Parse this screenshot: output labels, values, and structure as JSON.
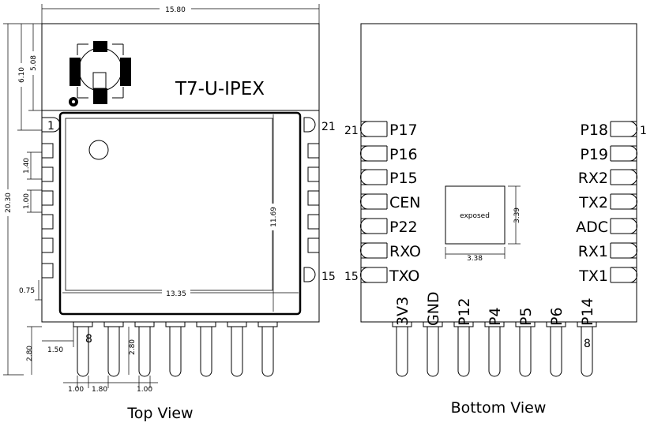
{
  "top_view": {
    "module_label": "T7-U-IPEX",
    "caption": "Top View",
    "pin_first_left": "1",
    "pin_first_right": "21",
    "pin_last_right": "15",
    "bottom_pad_label": "8",
    "dimensions": {
      "width": "15.80",
      "height": "20.30",
      "antenna_total": "6.10",
      "antenna_inner": "5.08",
      "pin_pitch": "1.40",
      "pin_height": "1.00",
      "pin_bottom_gap": "0.75",
      "shield_width": "13.35",
      "shield_height": "11.69",
      "pad_offset": "1.50",
      "pad_length_left": "2.80",
      "pad_length_right": "2.80",
      "pad_w1": "1.00",
      "pad_pitch": "1.80",
      "pad_w2": "1.00"
    }
  },
  "bottom_view": {
    "caption": "Bottom View",
    "left_pins": [
      "P17",
      "P16",
      "P15",
      "CEN",
      "P22",
      "RXO",
      "TXO"
    ],
    "right_pins": [
      "P18",
      "P19",
      "RX2",
      "TX2",
      "ADC",
      "RX1",
      "TX1"
    ],
    "bottom_pins": [
      "3V3",
      "GND",
      "P12",
      "P4",
      "P5",
      "P6",
      "P14"
    ],
    "pin_left_top": "21",
    "pin_left_bottom": "15",
    "pin_right_top": "1",
    "bottom_pad_label": "8",
    "exposed_label": "exposed",
    "exposed_w": "3.38",
    "exposed_h": "3.39"
  }
}
